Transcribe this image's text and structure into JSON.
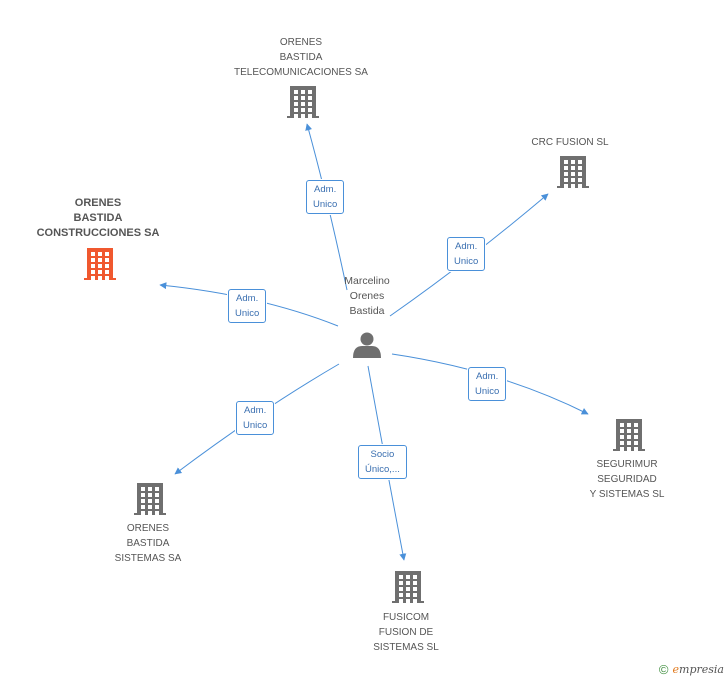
{
  "center": {
    "label": "Marcelino\nOrenes\nBastida",
    "icon": "person-icon"
  },
  "companies": [
    {
      "id": "telecom",
      "label": "ORENES\nBASTIDA\nTELECOMUNICACIONES SA",
      "highlight": false,
      "icon": "building-icon"
    },
    {
      "id": "crc",
      "label": "CRC FUSION  SL",
      "highlight": false,
      "icon": "building-icon"
    },
    {
      "id": "construcciones",
      "label": "ORENES\nBASTIDA\nCONSTRUCCIONES SA",
      "highlight": true,
      "icon": "building-icon"
    },
    {
      "id": "segurimur",
      "label": "SEGURIMUR\nSEGURIDAD\nY SISTEMAS  SL",
      "highlight": false,
      "icon": "building-icon"
    },
    {
      "id": "sistemas",
      "label": "ORENES\nBASTIDA\nSISTEMAS SA",
      "highlight": false,
      "icon": "building-icon"
    },
    {
      "id": "fusicom",
      "label": "FUSICOM\nFUSION DE\nSISTEMAS SL",
      "highlight": false,
      "icon": "building-icon"
    }
  ],
  "edges": [
    {
      "to": "telecom",
      "label": "Adm.\nUnico"
    },
    {
      "to": "crc",
      "label": "Adm.\nUnico"
    },
    {
      "to": "construcciones",
      "label": "Adm.\nUnico"
    },
    {
      "to": "segurimur",
      "label": "Adm.\nUnico"
    },
    {
      "to": "sistemas",
      "label": "Adm.\nUnico"
    },
    {
      "to": "fusicom",
      "label": "Socio\nÚnico,..."
    }
  ],
  "footer": {
    "copyright_symbol": "©",
    "brand_initial": "e",
    "brand_rest": "mpresia"
  },
  "colors": {
    "edge": "#4a90d9",
    "building": "#6f6f6f",
    "building_highlight": "#f0582f",
    "person": "#6f6f6f"
  }
}
